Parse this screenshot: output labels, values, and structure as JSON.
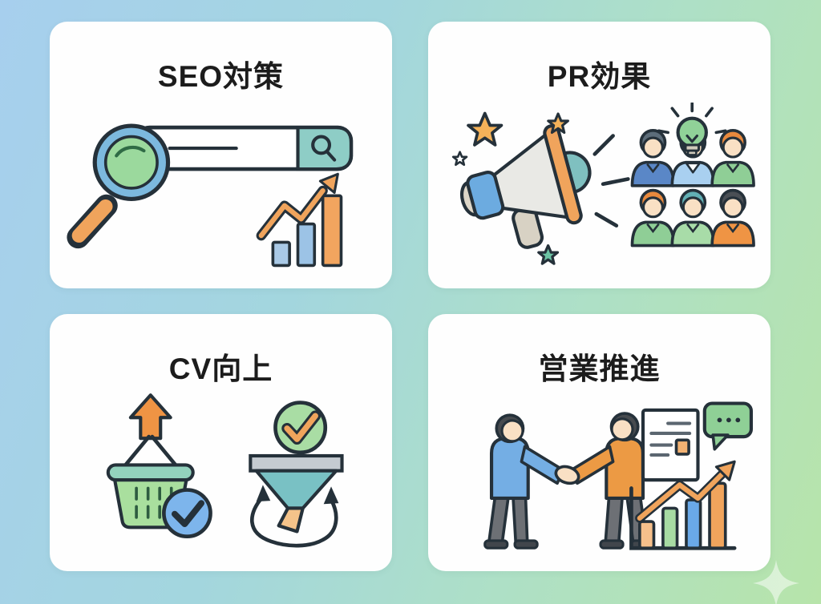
{
  "page": {
    "type": "benefit-infographic",
    "background": {
      "start": "#a7cfee",
      "mid": "#a3d6de",
      "end": "#b7e4aa"
    }
  },
  "cards": [
    {
      "title": "SEO対策",
      "icons": [
        "magnifying-glass-icon",
        "search-bar-icon",
        "growth-bar-chart-icon"
      ]
    },
    {
      "title": "PR効果",
      "icons": [
        "megaphone-icon",
        "stars-icon",
        "sound-lines-icon",
        "people-group-icon",
        "lightbulb-icon"
      ]
    },
    {
      "title": "CV向上",
      "icons": [
        "up-arrow-icon",
        "shopping-basket-icon",
        "check-circle-blue-icon",
        "check-circle-green-icon",
        "funnel-icon",
        "cycle-arrows-icon"
      ]
    },
    {
      "title": "営業推進",
      "icons": [
        "handshake-people-icon",
        "document-icon",
        "speech-bubble-icon",
        "growth-arrow-icon",
        "bar-chart-icon"
      ]
    }
  ],
  "decorations": {
    "sparkle": "four-point-sparkle-icon"
  },
  "colors": {
    "outline": "#25313a",
    "card_bg": "#fefefe",
    "orange": "#f0a45c",
    "orange_deep": "#ef9444",
    "blue": "#74aee4",
    "blue_light": "#a9d0f0",
    "green": "#8fd096",
    "green_light": "#a9df9e",
    "teal": "#79c1c4",
    "gray": "#c5cbd1",
    "trousers": "#6d7075",
    "skin": "#f9e0c4",
    "title_text": "#1c1c1c"
  }
}
